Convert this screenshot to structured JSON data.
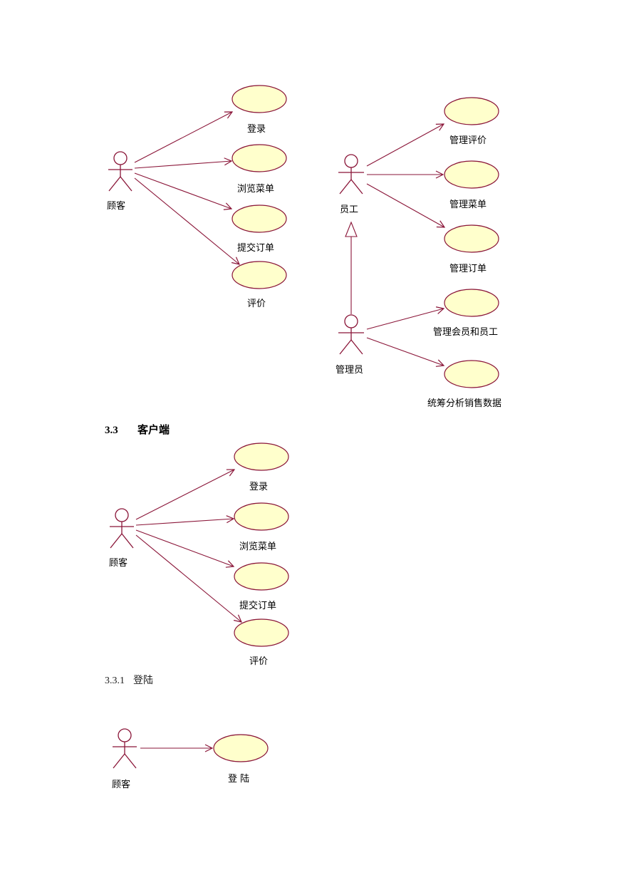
{
  "colors": {
    "actor_stroke": "#8a1538",
    "edge_stroke": "#8a1538",
    "usecase_fill": "#ffffcc",
    "usecase_stroke": "#8a1538"
  },
  "diagram1": {
    "actors": {
      "customer": "顾客",
      "staff": "员工",
      "admin": "管理员"
    },
    "usecases": {
      "login": "登录",
      "browse_menu": "浏览菜单",
      "submit_order": "提交订单",
      "review": "评价",
      "manage_reviews": "管理评价",
      "manage_menu": "管理菜单",
      "manage_orders": "管理订单",
      "manage_members_staff": "管理会员和员工",
      "sales_analysis": "统筹分析销售数据"
    }
  },
  "section": {
    "number": "3.3",
    "title": "客户端"
  },
  "diagram2": {
    "actor": "顾客",
    "usecases": {
      "login": "登录",
      "browse_menu": "浏览菜单",
      "submit_order": "提交订单",
      "review": "评价"
    }
  },
  "subsection": {
    "number": "3.3.1",
    "title": "登陆"
  },
  "diagram3": {
    "actor": "顾客",
    "usecase": "登 陆"
  }
}
